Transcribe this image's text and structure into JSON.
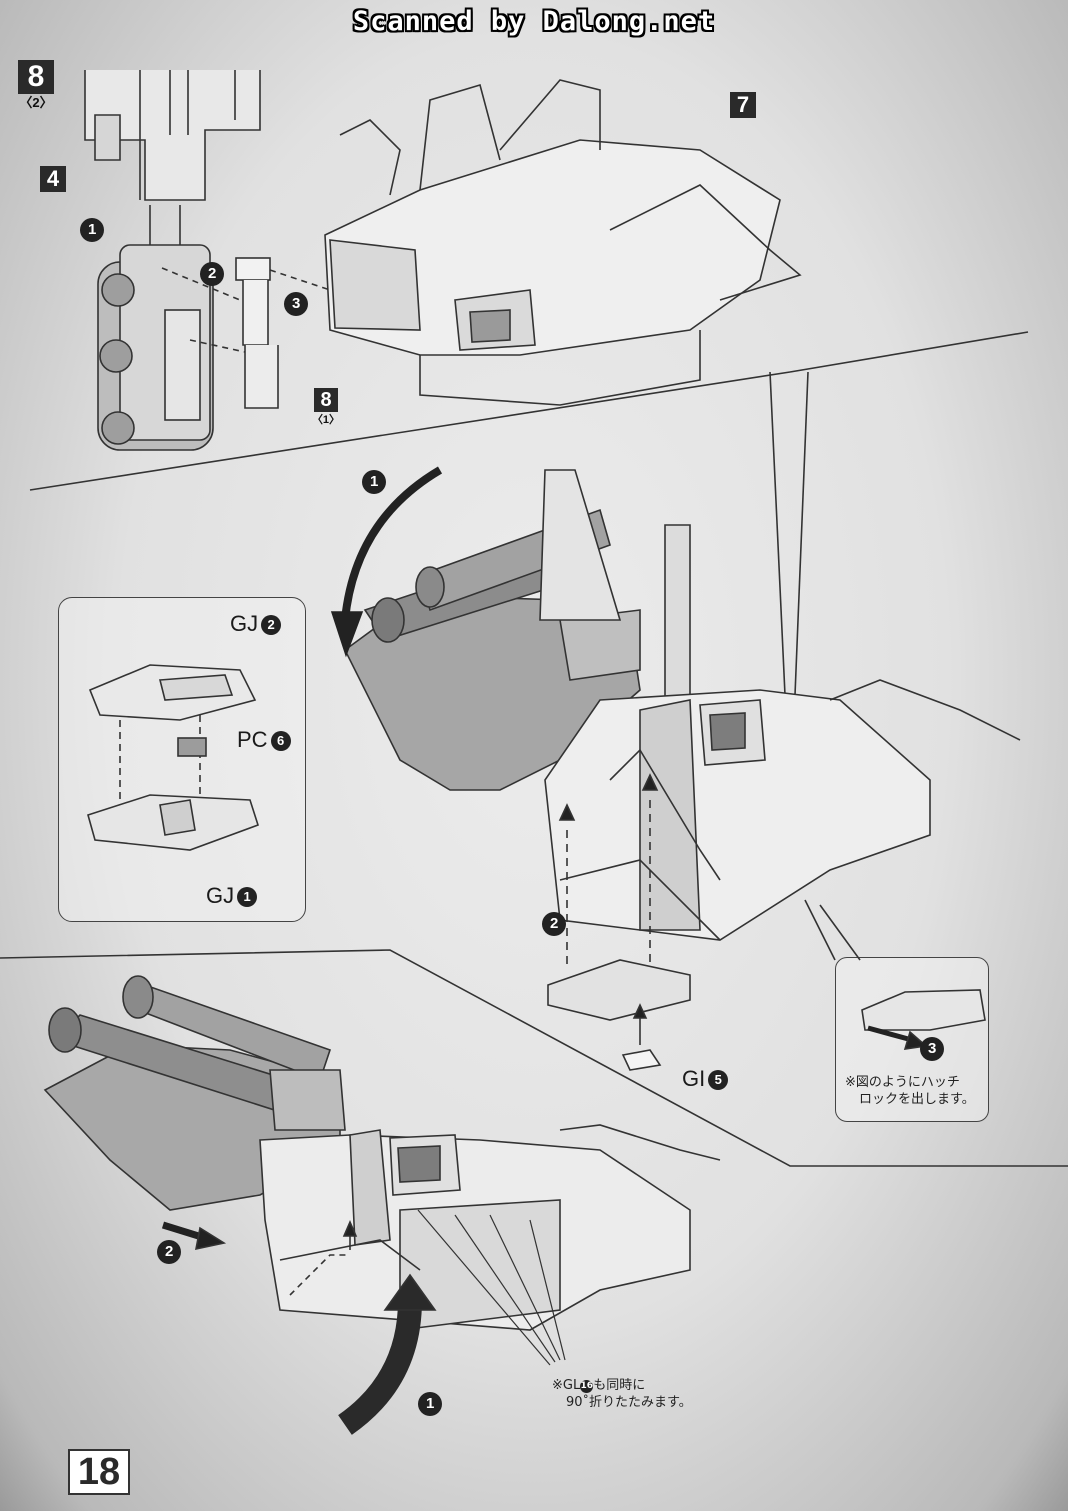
{
  "watermark": "Scanned by Dalong.net",
  "page_number": "18",
  "step": {
    "number": "8",
    "sub": "〈2〉"
  },
  "ref_badges": {
    "four": "4",
    "seven": "7",
    "eight": "8",
    "eight_sub": "〈1〉"
  },
  "order_markers": {
    "top_1": "1",
    "top_2": "2",
    "top_3": "3",
    "mid_1": "1",
    "mid_2": "2",
    "mid_3": "3",
    "bottom_1": "1",
    "bottom_2": "2"
  },
  "part_labels": {
    "gj2": {
      "name": "GJ",
      "num": "2"
    },
    "pc6": {
      "name": "PC",
      "num": "6"
    },
    "gj1": {
      "name": "GJ",
      "num": "1"
    },
    "gi5": {
      "name": "GI",
      "num": "5"
    }
  },
  "notes": {
    "hatch_line1": "※図のようにハッチ",
    "hatch_line2": "ロックを出します。",
    "gl_prefix": "※GL",
    "gl_num": "16",
    "gl_suffix": "も同時に",
    "gl_line2": "90˚折りたたみます。"
  },
  "colors": {
    "ink": "#222222",
    "shade": "#9a9a9a",
    "paper": "#e6e6e6"
  }
}
